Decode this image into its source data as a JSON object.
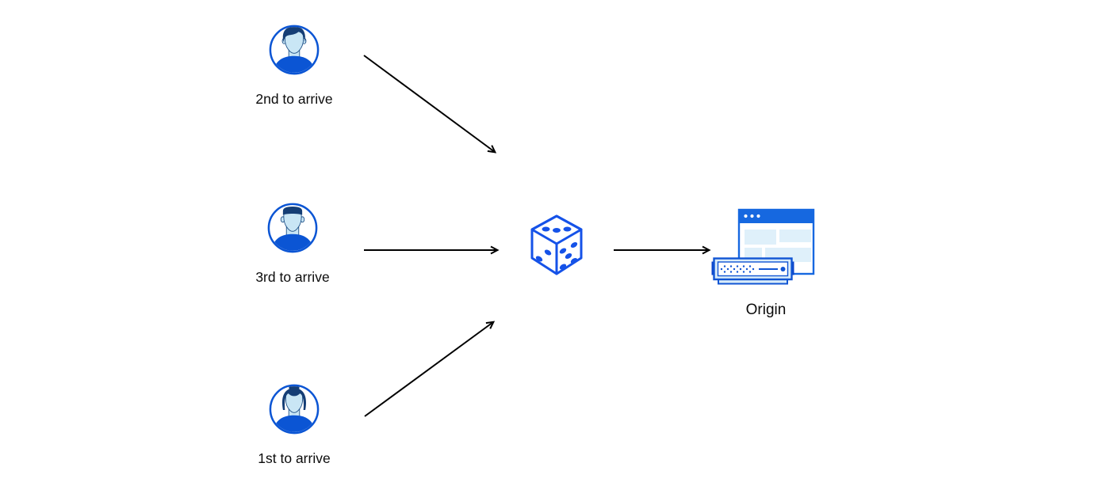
{
  "diagram": {
    "users": [
      {
        "label": "2nd to arrive",
        "icon": "user-avatar-man-quiff-icon"
      },
      {
        "label": "3rd to arrive",
        "icon": "user-avatar-man-flattop-icon"
      },
      {
        "label": "1st to arrive",
        "icon": "user-avatar-woman-bun-icon"
      }
    ],
    "randomizer": {
      "icon": "dice-icon"
    },
    "origin": {
      "label": "Origin",
      "icon": "origin-browser-server-icon"
    },
    "colors": {
      "accent_blue": "#0B55D4",
      "dice_blue": "#1552E8",
      "face_light_blue": "#C9E6F5",
      "hair_navy": "#153E75",
      "panel_light_blue": "#DFF0FA",
      "server_fill_light_blue": "#D9ECF9",
      "title_bar_blue": "#1668E0",
      "arrow_black": "#000000",
      "background": "#FFFFFF"
    }
  }
}
